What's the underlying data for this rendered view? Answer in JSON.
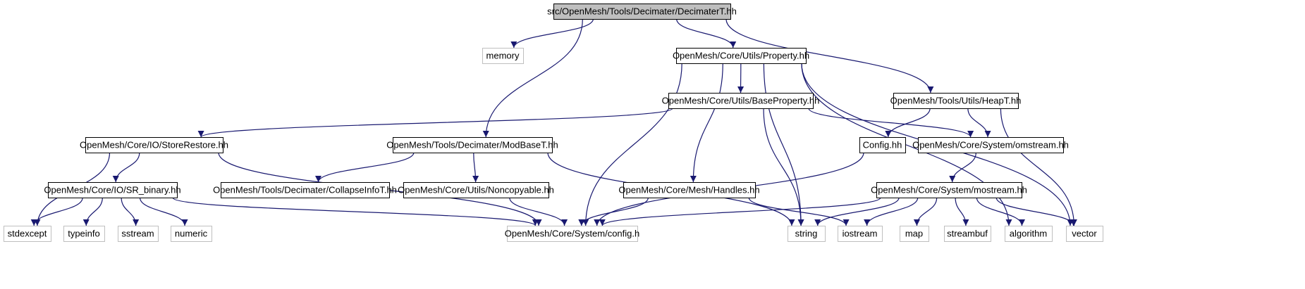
{
  "graph": {
    "colors": {
      "edge": "#191970",
      "root_fill": "#bfbfbf",
      "root_border": "#000000",
      "header_border": "#000000",
      "external_border": "#bfbfbf",
      "background": "#ffffff"
    },
    "nodes": [
      {
        "id": "decimaterT",
        "label": "src/OpenMesh/Tools/Decimater/DecimaterT.hh",
        "kind": "root"
      },
      {
        "id": "memory",
        "label": "memory",
        "kind": "external"
      },
      {
        "id": "property",
        "label": "OpenMesh/Core/Utils/Property.hh",
        "kind": "header"
      },
      {
        "id": "baseProperty",
        "label": "OpenMesh/Core/Utils/BaseProperty.hh",
        "kind": "header"
      },
      {
        "id": "heapT",
        "label": "OpenMesh/Tools/Utils/HeapT.hh",
        "kind": "header"
      },
      {
        "id": "storeRestore",
        "label": "OpenMesh/Core/IO/StoreRestore.hh",
        "kind": "header"
      },
      {
        "id": "modBaseT",
        "label": "OpenMesh/Tools/Decimater/ModBaseT.hh",
        "kind": "header"
      },
      {
        "id": "configHH",
        "label": "Config.hh",
        "kind": "header"
      },
      {
        "id": "omstream",
        "label": "OpenMesh/Core/System/omstream.hh",
        "kind": "header"
      },
      {
        "id": "srBinary",
        "label": "OpenMesh/Core/IO/SR_binary.hh",
        "kind": "header"
      },
      {
        "id": "collapseInfoT",
        "label": "OpenMesh/Tools/Decimater/CollapseInfoT.hh",
        "kind": "header"
      },
      {
        "id": "noncopyable",
        "label": "OpenMesh/Core/Utils/Noncopyable.hh",
        "kind": "header"
      },
      {
        "id": "handles",
        "label": "OpenMesh/Core/Mesh/Handles.hh",
        "kind": "header"
      },
      {
        "id": "mostream",
        "label": "OpenMesh/Core/System/mostream.hh",
        "kind": "header"
      },
      {
        "id": "stdexcept",
        "label": "stdexcept",
        "kind": "external"
      },
      {
        "id": "typeinfo",
        "label": "typeinfo",
        "kind": "external"
      },
      {
        "id": "sstream",
        "label": "sstream",
        "kind": "external"
      },
      {
        "id": "numeric",
        "label": "numeric",
        "kind": "external"
      },
      {
        "id": "configH",
        "label": "OpenMesh/Core/System/config.h",
        "kind": "external"
      },
      {
        "id": "string",
        "label": "string",
        "kind": "external"
      },
      {
        "id": "iostream",
        "label": "iostream",
        "kind": "external"
      },
      {
        "id": "map",
        "label": "map",
        "kind": "external"
      },
      {
        "id": "streambuf",
        "label": "streambuf",
        "kind": "external"
      },
      {
        "id": "algorithm",
        "label": "algorithm",
        "kind": "external"
      },
      {
        "id": "vector",
        "label": "vector",
        "kind": "external"
      }
    ],
    "edges": [
      {
        "from": "decimaterT",
        "to": "memory"
      },
      {
        "from": "decimaterT",
        "to": "property"
      },
      {
        "from": "decimaterT",
        "to": "heapT"
      },
      {
        "from": "decimaterT",
        "to": "modBaseT"
      },
      {
        "from": "property",
        "to": "baseProperty"
      },
      {
        "from": "property",
        "to": "configH"
      },
      {
        "from": "property",
        "to": "handles"
      },
      {
        "from": "property",
        "to": "string"
      },
      {
        "from": "property",
        "to": "algorithm"
      },
      {
        "from": "property",
        "to": "vector"
      },
      {
        "from": "baseProperty",
        "to": "storeRestore"
      },
      {
        "from": "baseProperty",
        "to": "omstream"
      },
      {
        "from": "baseProperty",
        "to": "string"
      },
      {
        "from": "heapT",
        "to": "configHH"
      },
      {
        "from": "heapT",
        "to": "omstream"
      },
      {
        "from": "heapT",
        "to": "vector"
      },
      {
        "from": "storeRestore",
        "to": "stdexcept"
      },
      {
        "from": "storeRestore",
        "to": "srBinary"
      },
      {
        "from": "storeRestore",
        "to": "configH"
      },
      {
        "from": "modBaseT",
        "to": "collapseInfoT"
      },
      {
        "from": "modBaseT",
        "to": "noncopyable"
      },
      {
        "from": "modBaseT",
        "to": "string"
      },
      {
        "from": "configHH",
        "to": "configH"
      },
      {
        "from": "omstream",
        "to": "mostream"
      },
      {
        "from": "srBinary",
        "to": "stdexcept"
      },
      {
        "from": "srBinary",
        "to": "typeinfo"
      },
      {
        "from": "srBinary",
        "to": "sstream"
      },
      {
        "from": "srBinary",
        "to": "numeric"
      },
      {
        "from": "srBinary",
        "to": "configH"
      },
      {
        "from": "noncopyable",
        "to": "configH"
      },
      {
        "from": "handles",
        "to": "configH"
      },
      {
        "from": "handles",
        "to": "iostream"
      },
      {
        "from": "mostream",
        "to": "configH"
      },
      {
        "from": "mostream",
        "to": "string"
      },
      {
        "from": "mostream",
        "to": "iostream"
      },
      {
        "from": "mostream",
        "to": "map"
      },
      {
        "from": "mostream",
        "to": "streambuf"
      },
      {
        "from": "mostream",
        "to": "algorithm"
      },
      {
        "from": "mostream",
        "to": "vector"
      }
    ]
  }
}
